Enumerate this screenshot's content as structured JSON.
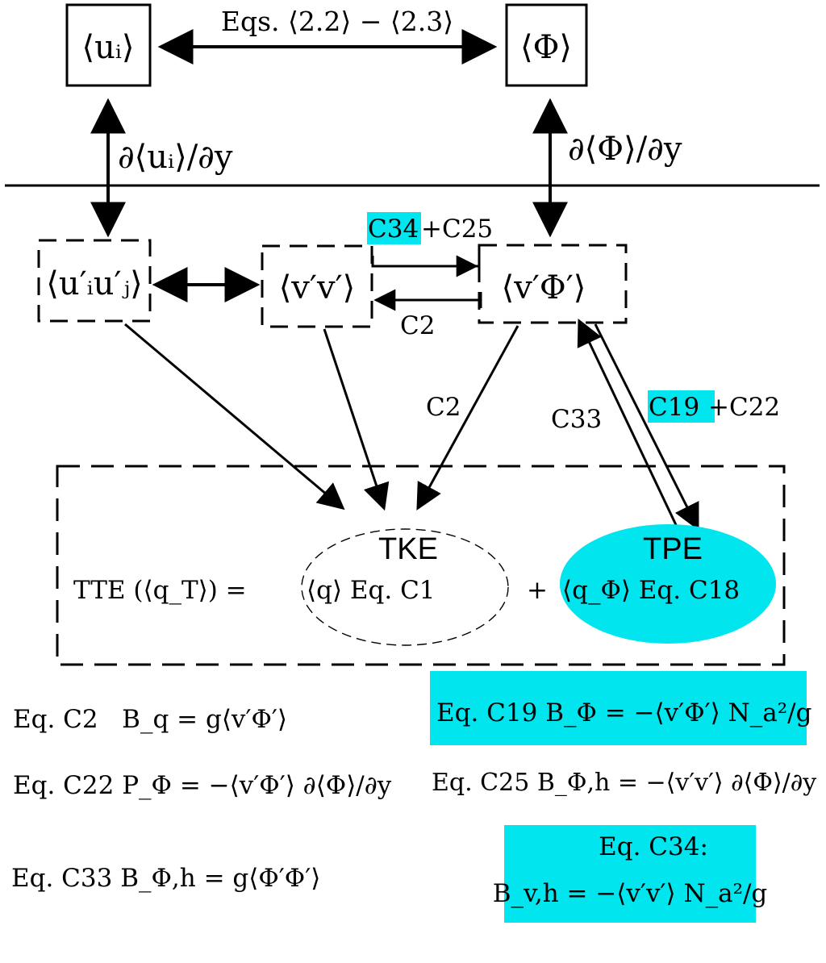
{
  "colors": {
    "highlight": "#00e5ee",
    "line": "#000000",
    "background": "#ffffff"
  },
  "nodes": {
    "mean_velocity": "⟨uᵢ⟩",
    "mean_phi": "⟨Φ⟩",
    "reynolds_stress": "⟨u′ᵢu′ⱼ⟩",
    "vertical_stress": "⟨v′v′⟩",
    "flux": "⟨v′Φ′⟩"
  },
  "edge_labels": {
    "top_link": "Eqs. ⟨2.2⟩ − ⟨2.3⟩",
    "grad_u": "∂⟨uᵢ⟩/∂y",
    "grad_phi": "∂⟨Φ⟩/∂y",
    "c34": "C34",
    "plus_c25": "+C25",
    "c2_mid": "C2",
    "c2_diag": "C2",
    "c33": "C33",
    "c19": "C19",
    "plus_c22": "+C22"
  },
  "energy": {
    "tte": "TTE (⟨q_T⟩) =",
    "tke_label": "TKE",
    "tke_eq": "⟨q⟩ Eq. C1",
    "plus": "+",
    "tpe_label": "TPE",
    "tpe_eq": "⟨q_Φ⟩ Eq. C18"
  },
  "equations": {
    "c2": "Eq. C2   B_q = g⟨v′Φ′⟩",
    "c22": "Eq. C22 P_Φ = −⟨v′Φ′⟩ ∂⟨Φ⟩/∂y",
    "c33": "Eq. C33 B_Φ,h = g⟨Φ′Φ′⟩",
    "c19": "Eq. C19 B_Φ = −⟨v′Φ′⟩ N_a²/g",
    "c25": "Eq. C25 B_Φ,h = −⟨v′v′⟩ ∂⟨Φ⟩/∂y",
    "c34_title": "Eq. C34:",
    "c34_body": "B_v,h = −⟨v′v′⟩ N_a²/g"
  }
}
